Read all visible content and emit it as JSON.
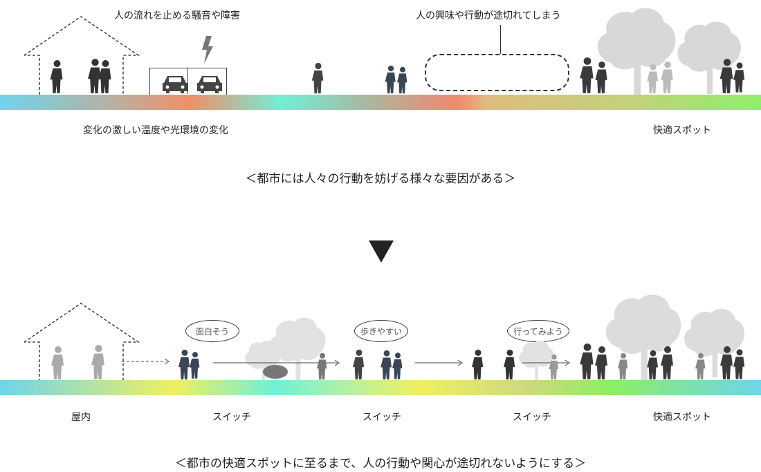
{
  "top": {
    "label_noise": "人の流れを止める騒音や障害",
    "label_interest": "人の興味や行動が途切れてしまう",
    "label_temperature": "変化の激しい温度や光環境の変化",
    "label_spot": "快適スポット",
    "caption": "＜都市には人々の行動を妨げる様々な要因がある＞"
  },
  "bottom": {
    "bubbles": [
      "面白そう",
      "歩きやすい",
      "行ってみよう"
    ],
    "labels": [
      "屋内",
      "スイッチ",
      "スイッチ",
      "スイッチ",
      "快適スポット"
    ],
    "caption": "＜都市の快適スポットに至るまで、人の行動や関心が途切れないようにする＞"
  },
  "colors": {
    "person_dark": "#3a4656",
    "person_gray": "#888888",
    "tree": "#d8d8d8"
  }
}
